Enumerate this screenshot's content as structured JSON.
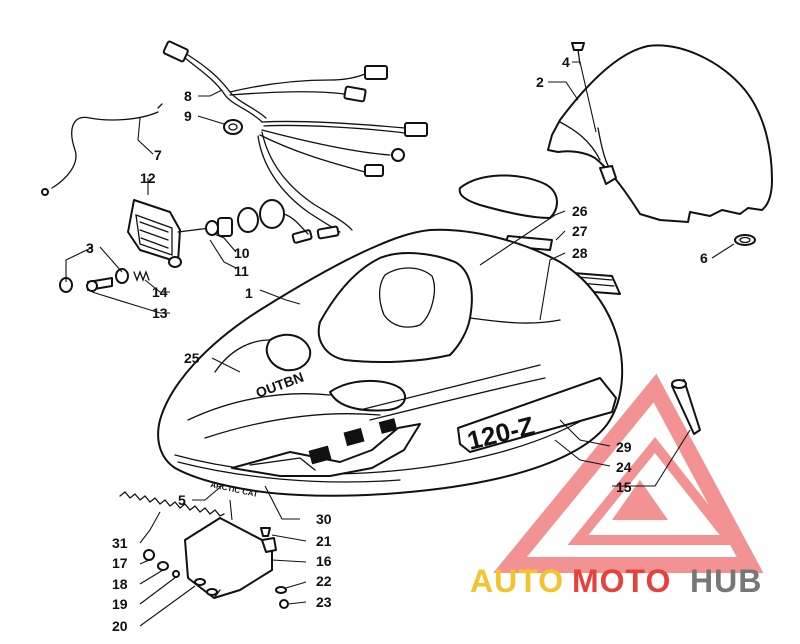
{
  "diagram": {
    "hood_model_decal": "120-Z",
    "hood_brand_decal": "ARCTIC CAT",
    "callouts": [
      {
        "id": "c1",
        "label": "1"
      },
      {
        "id": "c2",
        "label": "2"
      },
      {
        "id": "c3",
        "label": "3"
      },
      {
        "id": "c4",
        "label": "4"
      },
      {
        "id": "c5",
        "label": "5"
      },
      {
        "id": "c6",
        "label": "6"
      },
      {
        "id": "c7",
        "label": "7"
      },
      {
        "id": "c8",
        "label": "8"
      },
      {
        "id": "c9",
        "label": "9"
      },
      {
        "id": "c10",
        "label": "10"
      },
      {
        "id": "c11",
        "label": "11"
      },
      {
        "id": "c12",
        "label": "12"
      },
      {
        "id": "c13",
        "label": "13"
      },
      {
        "id": "c14",
        "label": "14"
      },
      {
        "id": "c15",
        "label": "15"
      },
      {
        "id": "c16",
        "label": "16"
      },
      {
        "id": "c17",
        "label": "17"
      },
      {
        "id": "c18",
        "label": "18"
      },
      {
        "id": "c19",
        "label": "19"
      },
      {
        "id": "c20",
        "label": "20"
      },
      {
        "id": "c21",
        "label": "21"
      },
      {
        "id": "c22",
        "label": "22"
      },
      {
        "id": "c23",
        "label": "23"
      },
      {
        "id": "c24",
        "label": "24"
      },
      {
        "id": "c25",
        "label": "25"
      },
      {
        "id": "c26",
        "label": "26"
      },
      {
        "id": "c27",
        "label": "27"
      },
      {
        "id": "c28",
        "label": "28"
      },
      {
        "id": "c29",
        "label": "29"
      },
      {
        "id": "c30",
        "label": "30"
      },
      {
        "id": "c31",
        "label": "31"
      }
    ]
  },
  "watermark": {
    "part1": "AUTO",
    "part2": "MOTO",
    "part3": "HUB",
    "color_auto": "#f4c430",
    "color_moto": "#e8403a",
    "color_hub": "#777777",
    "triangle_color": "#f08080"
  }
}
